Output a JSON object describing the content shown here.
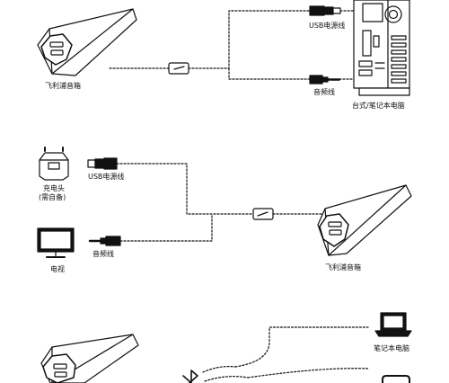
{
  "labels": {
    "speaker": "飞利浦音箱",
    "usb_cable": "USB电源线",
    "audio_cable": "音频线",
    "desktop_laptop": "台式/笔记本电脑",
    "charger": "充电头",
    "charger_note": "(需自备)",
    "tv": "电视",
    "laptop": "笔记本电脑"
  },
  "colors": {
    "line": "#111111",
    "fill": "#ffffff",
    "background": "#ffffff"
  },
  "icons": [
    "speaker-icon",
    "computer-tower-icon",
    "usb-plug-icon",
    "audio-jack-icon",
    "charger-icon",
    "tv-icon",
    "laptop-icon",
    "bluetooth-icon",
    "audio-port-icon"
  ]
}
